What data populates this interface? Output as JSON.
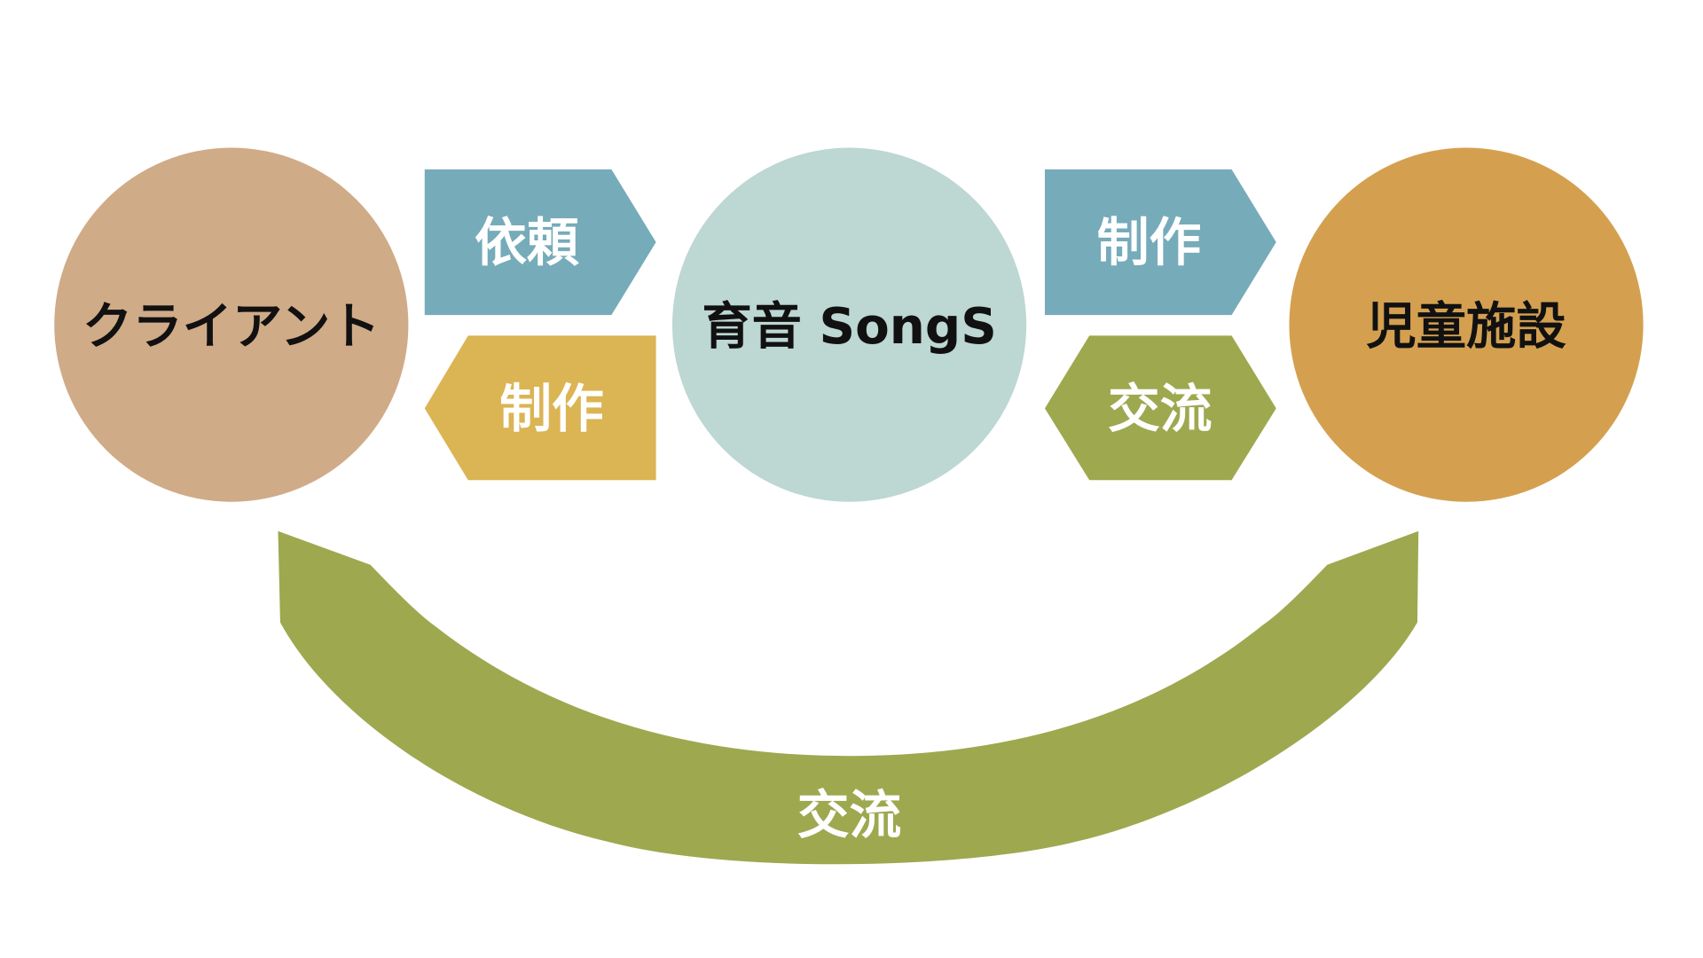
{
  "nodes": {
    "client": "クライアント",
    "center": "育音 SongS",
    "facility": "児童施設"
  },
  "arrows": {
    "request": "依頼",
    "production_to_client": "制作",
    "production_to_facility": "制作",
    "exchange_center_facility": "交流",
    "exchange_bottom": "交流"
  },
  "colors": {
    "client": "#D0AB88",
    "center": "#BDD7D3",
    "facility": "#D4A050",
    "blue_arrow": "#76ABBA",
    "yellow_arrow": "#DBB453",
    "green_arrow": "#9EA84F"
  }
}
